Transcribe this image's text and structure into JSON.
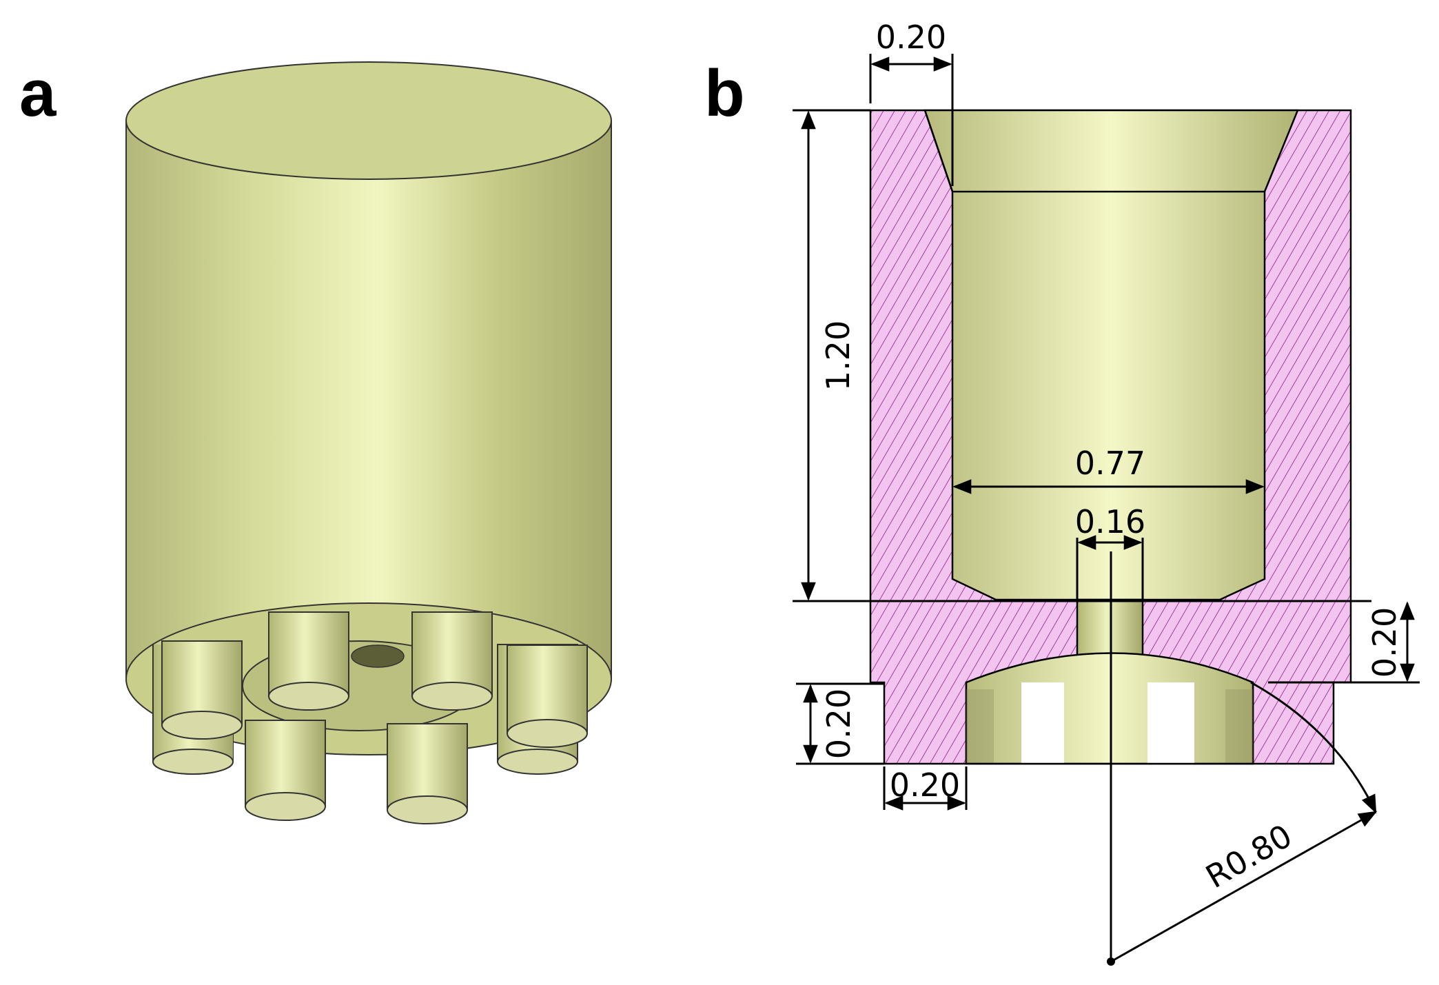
{
  "panels": {
    "a": {
      "label": "a"
    },
    "b": {
      "label": "b"
    }
  },
  "dimensions": {
    "top_wall": "0.20",
    "height": "1.20",
    "inner_diameter": "0.77",
    "channel": "0.16",
    "disk_thickness": "0.20",
    "pin_height": "0.20",
    "pin_spacing": "0.20",
    "radius": "R0.80"
  },
  "colors": {
    "body": "#d3d99a",
    "highlight": "#f3f6c4",
    "shade": "#a8ac6e",
    "section_fill": "#f2c4ef",
    "hatch": "#a43c9c",
    "outline": "#000000"
  }
}
